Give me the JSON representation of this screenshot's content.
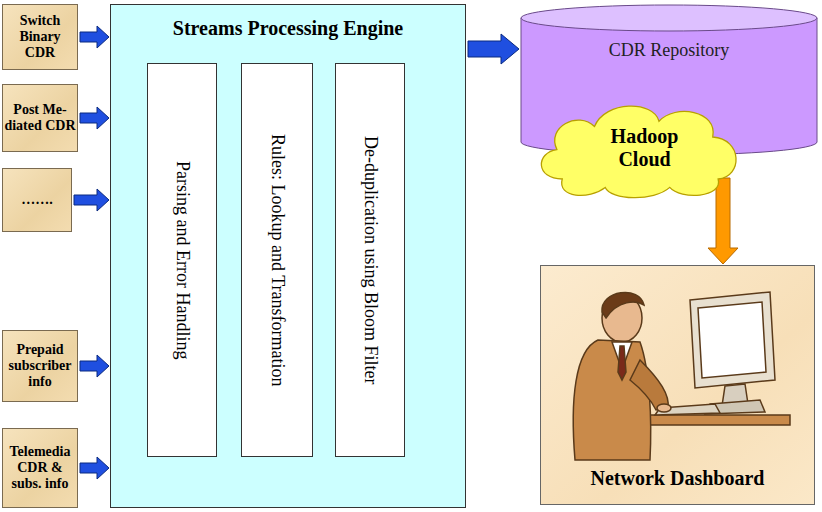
{
  "diagram": {
    "nodes": [
      {
        "text": [
          "Switch Binary CDR"
        ]
      },
      {
        "text": [
          "Post Me- diated CDR"
        ]
      },
      {
        "text": [
          "……."
        ]
      },
      {
        "text": [
          "Prepaid subscriber info"
        ]
      },
      {
        "text": [
          "Telemedia CDR & subs. info"
        ]
      },
      {
        "text": [
          "Streams Processing Engine"
        ]
      },
      {
        "text": [
          "Parsing and Error Handling"
        ],
        "in": 5
      },
      {
        "text": [
          "Rules: Lookup and Transformation"
        ],
        "in": 5
      },
      {
        "text": [
          "De-duplication using Bloom Filter"
        ],
        "in": 5
      },
      {
        "text": [
          "CDR Repository"
        ]
      },
      {
        "text": [
          "Hadoop Cloud"
        ]
      },
      {
        "text": [
          "Network Dashboard"
        ]
      }
    ],
    "edges": [
      {
        "from": 0,
        "to": 5,
        "arrow": "to"
      },
      {
        "from": 1,
        "to": 5,
        "arrow": "to"
      },
      {
        "from": 2,
        "to": 5,
        "arrow": "to"
      },
      {
        "from": 3,
        "to": 5,
        "arrow": "to"
      },
      {
        "from": 4,
        "to": 5,
        "arrow": "to"
      },
      {
        "from": 5,
        "to": 9,
        "arrow": "to"
      },
      {
        "from": 10,
        "to": 11,
        "arrow": "to"
      }
    ]
  }
}
